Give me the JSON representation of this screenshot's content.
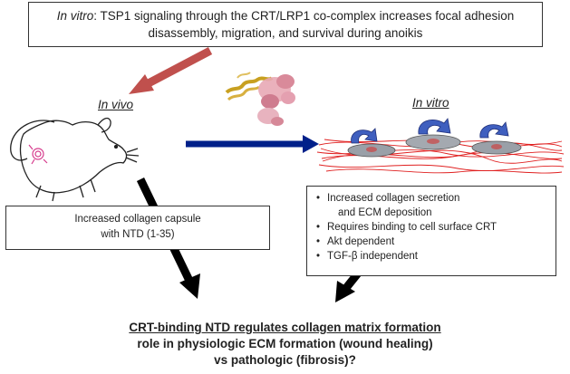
{
  "top": {
    "italic": "In vitro",
    "rest": ": TSP1 signaling through the CRT/LRP1 co-complex increases focal adhesion",
    "line2": "disassembly, migration, and survival during anoikis"
  },
  "labels": {
    "in_vivo": "In vivo",
    "in_vitro": "In vitro"
  },
  "left_box": {
    "line1": "Increased collagen capsule",
    "line2": "with NTD (1-35)"
  },
  "right_box": {
    "items": [
      "Increased collagen secretion",
      "and ECM deposition",
      "Requires binding to cell surface CRT",
      "Akt dependent",
      "TGF-β independent"
    ]
  },
  "conclusion": {
    "line1": "CRT-binding NTD regulates collagen matrix formation",
    "line2": "role in physiologic ECM formation (wound healing)",
    "line3": "vs pathologic (fibrosis)?"
  },
  "colors": {
    "red_arrow": "#c0504d",
    "blue_arrow": "#00208a",
    "black_arrow": "#000000",
    "fiber": "#e02020"
  }
}
